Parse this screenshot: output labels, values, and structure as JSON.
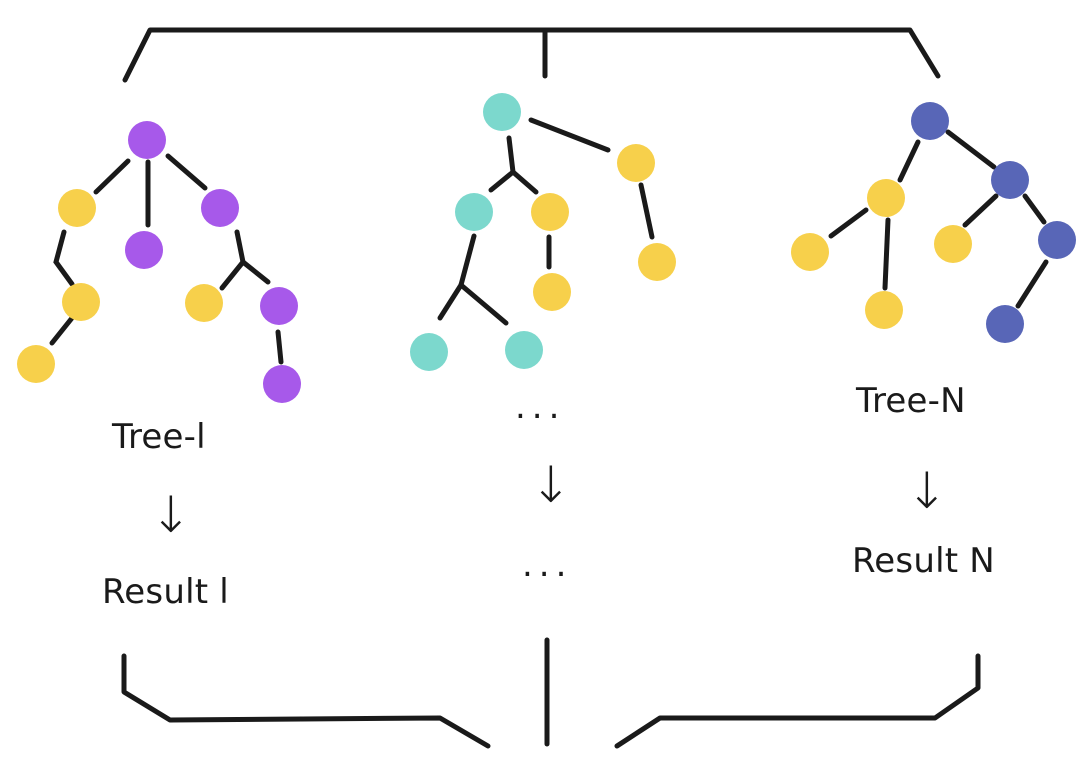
{
  "colors": {
    "purple": "#a759ea",
    "yellow": "#f7d04b",
    "teal": "#7cd8cd",
    "blue": "#5866b7",
    "line": "#1a1a1a"
  },
  "trees": [
    {
      "label": "Tree-l",
      "result": "Result l",
      "root_color": "purple"
    },
    {
      "label": "...",
      "result": "...",
      "root_color": "teal"
    },
    {
      "label": "Tree-N",
      "result": "Result N",
      "root_color": "blue"
    }
  ],
  "arrow_glyph": "↓"
}
